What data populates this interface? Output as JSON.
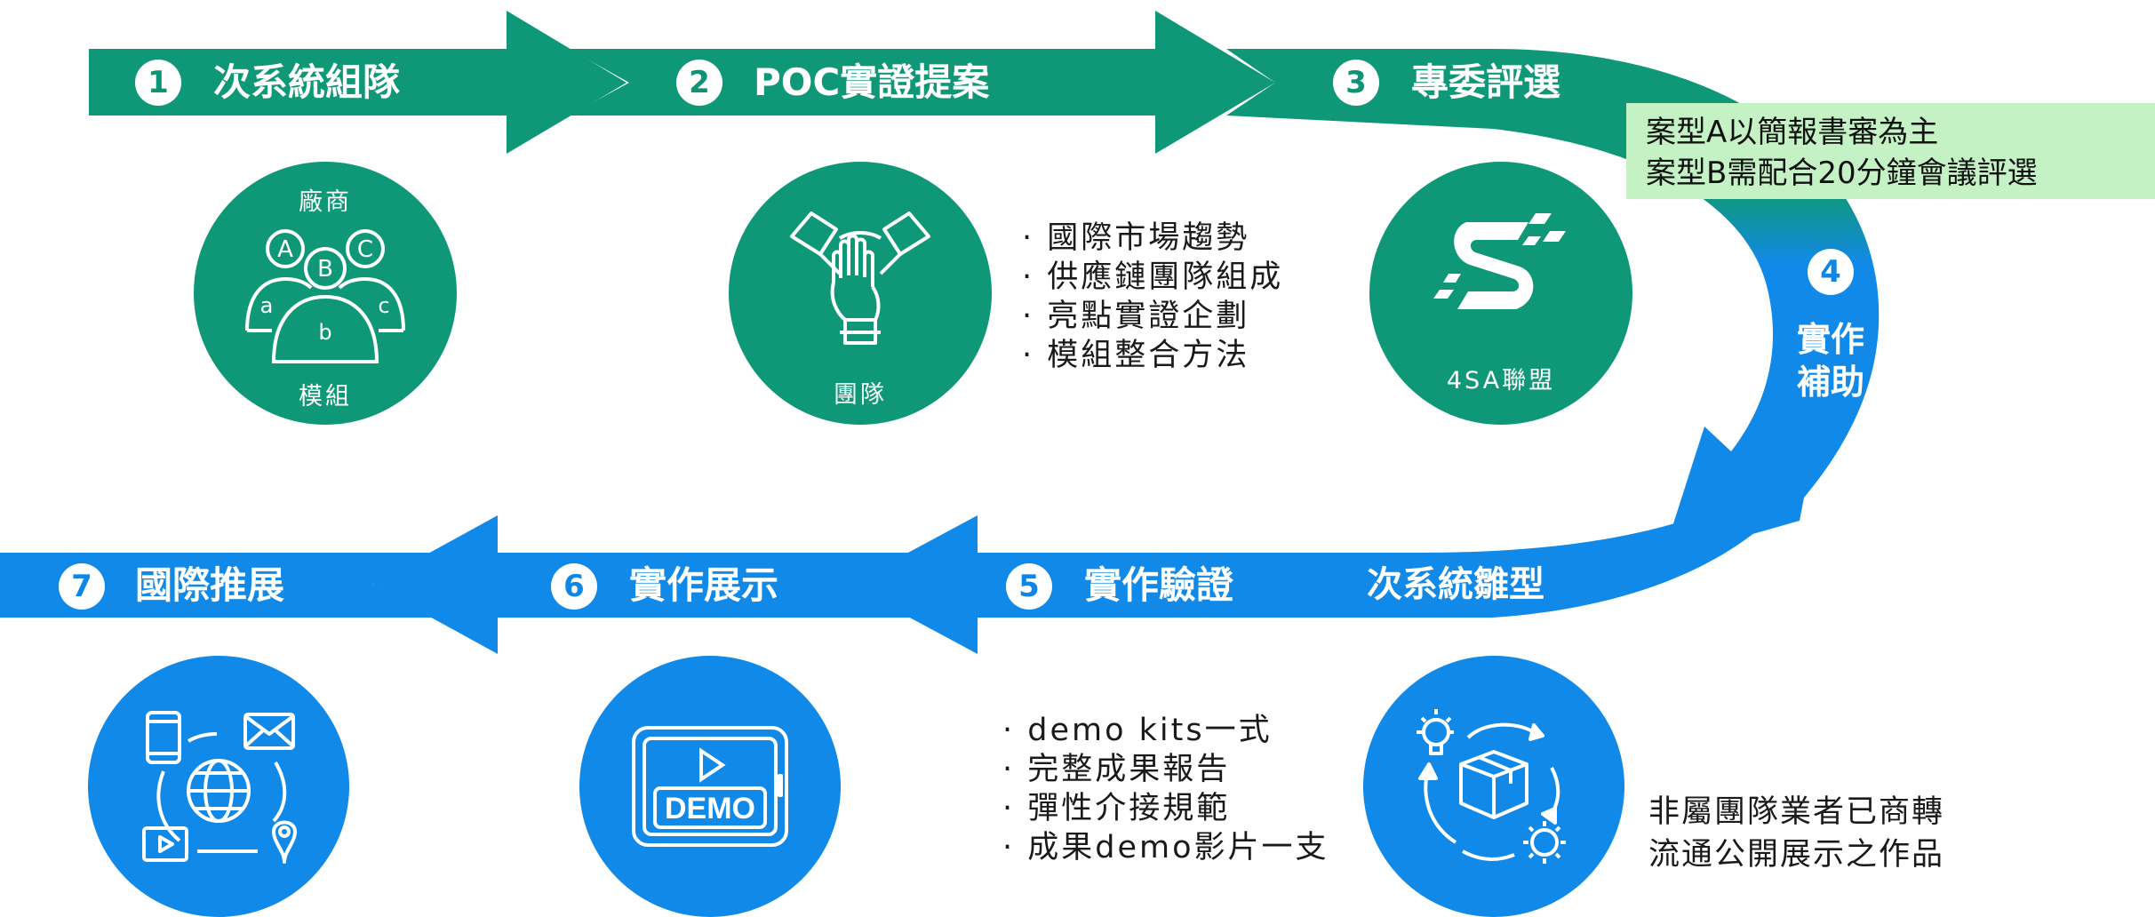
{
  "colors": {
    "green": "#0f9877",
    "blue": "#1189e8",
    "note_bg": "#c4f2c5"
  },
  "steps": [
    {
      "num": "1",
      "label": "次系統組隊"
    },
    {
      "num": "2",
      "label": "POC實證提案"
    },
    {
      "num": "3",
      "label": "專委評選"
    },
    {
      "num": "4",
      "label_lines": [
        "實作",
        "補助"
      ]
    },
    {
      "num": "5",
      "label": "實作驗證"
    },
    {
      "num": "6",
      "label": "實作展示"
    },
    {
      "num": "7",
      "label": "國際推展"
    }
  ],
  "detach_label": "次系統雛型",
  "team_circle": {
    "top_label": "廠商",
    "bottom_label": "模組",
    "vendors": [
      "A",
      "B",
      "C"
    ],
    "modules": [
      "a",
      "b",
      "c"
    ],
    "icon": "people-group-icon"
  },
  "handshake_circle": {
    "label": "團隊",
    "icon": "team-hands-icon"
  },
  "proposal_bullets": [
    "· 國際市場趨勢",
    "· 供應鏈團隊組成",
    "· 亮點實證企劃",
    "· 模組整合方法"
  ],
  "alliance_circle": {
    "label": "4SA聯盟",
    "icon": "4sa-logo-icon"
  },
  "review_note": [
    "案型A以簡報書審為主",
    "案型B需配合20分鐘會議評選"
  ],
  "verify_circle": {
    "icon": "idea-box-gear-cycle-icon"
  },
  "verify_text": [
    "非屬團隊業者已商轉",
    "流通公開展示之作品"
  ],
  "demo_bullets": [
    "· demo kits一式",
    "· 完整成果報告",
    "· 彈性介接規範",
    "· 成果demo影片一支"
  ],
  "demo_circle": {
    "label": "DEMO",
    "icon": "demo-tablet-icon"
  },
  "global_circle": {
    "icon": "globe-devices-icon"
  }
}
